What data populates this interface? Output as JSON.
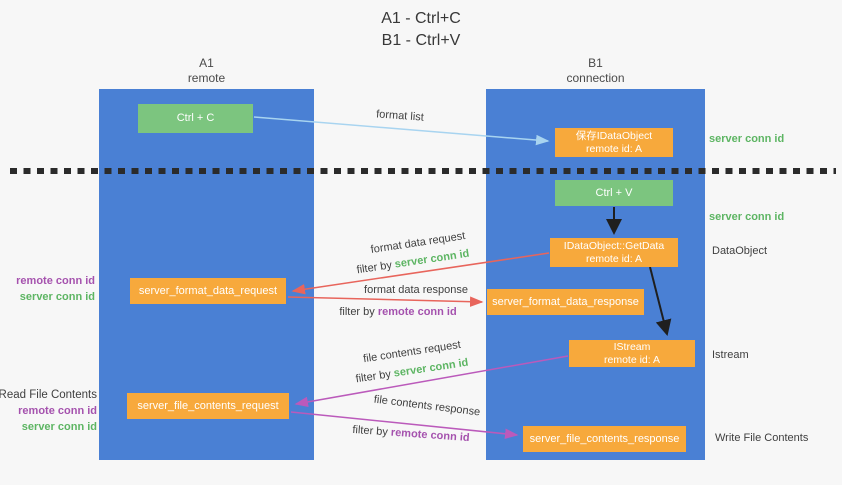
{
  "title": {
    "line1": "A1 - Ctrl+C",
    "line2": "B1 - Ctrl+V"
  },
  "columns": {
    "left": {
      "id": "A1",
      "name": "remote"
    },
    "right": {
      "id": "B1",
      "name": "connection"
    }
  },
  "boxes": {
    "ctrl_c": "Ctrl + C",
    "ctrl_v": "Ctrl + V",
    "save_dataobject": {
      "line1": "保存IDataObject",
      "line2": "remote id: A"
    },
    "getdata": {
      "line1": "IDataObject::GetData",
      "line2": "remote id: A"
    },
    "istream": {
      "line1": "IStream",
      "line2": "remote id: A"
    },
    "format_request": "server_format_data_request",
    "format_response": "server_format_data_response",
    "file_request": "server_file_contents_request",
    "file_response": "server_file_contents_response"
  },
  "arrow_labels": {
    "format_list": "format list",
    "format_data_request": "format data request",
    "format_data_response": "format data response",
    "file_contents_request": "file contents request",
    "file_contents_response": "file contents response",
    "filter_by": "filter by",
    "server_conn_id": "server conn id",
    "remote_conn_id": "remote conn id"
  },
  "annotations": {
    "left_format_remote": "remote conn id",
    "left_format_server": "server conn id",
    "read_file_contents": "Read File Contents",
    "left_file_remote": "remote conn id",
    "left_file_server": "server conn id",
    "right_server_conn_top": "server conn id",
    "right_server_conn_mid": "server conn id",
    "dataobject": "DataObject",
    "istream": "Istream",
    "write_file_contents": "Write File Contents"
  },
  "colors": {
    "column_blue": "#4a80d4",
    "box_green": "#7cc57f",
    "box_orange": "#f7a93c",
    "arrow_red": "#e8655c",
    "arrow_magenta": "#bb5abb",
    "arrow_lightblue": "#a8d4f0",
    "arrow_black": "#1f1f1f",
    "text_green": "#5db563",
    "text_purple": "#a552ae",
    "background": "#f7f7f7"
  }
}
